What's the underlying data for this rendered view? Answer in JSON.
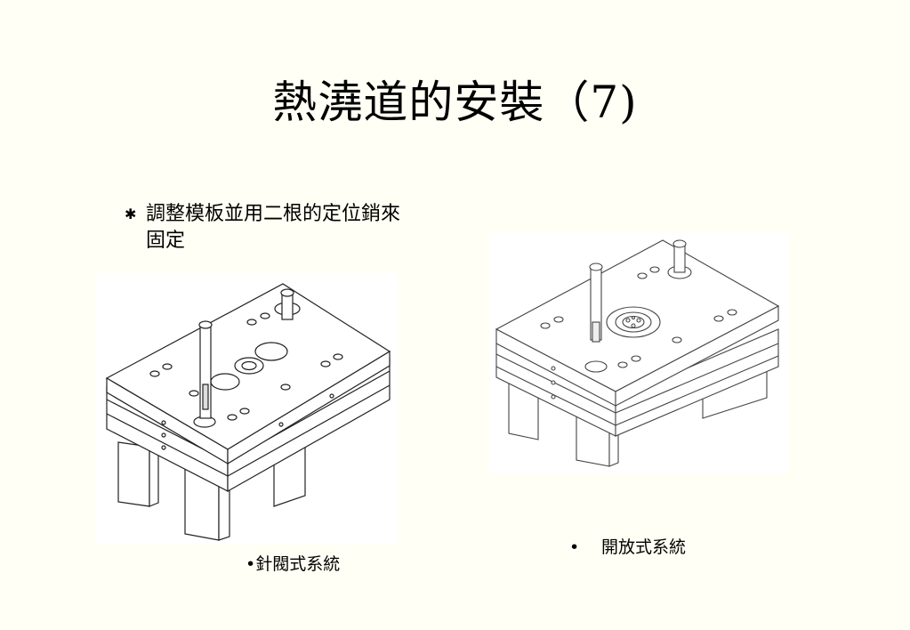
{
  "slide": {
    "title": "熱澆道的安裝（7)",
    "bullet": {
      "marker": "✱",
      "text": "調整模板並用二根的定位銷來固定"
    },
    "figures": [
      {
        "icon": "mold-base-needle-valve-drawing"
      },
      {
        "icon": "mold-base-open-system-drawing"
      }
    ],
    "captions": {
      "left": {
        "bullet": "•",
        "text": "針閥式系統"
      },
      "right": {
        "bullet": "•",
        "text": "開放式系統"
      }
    }
  }
}
